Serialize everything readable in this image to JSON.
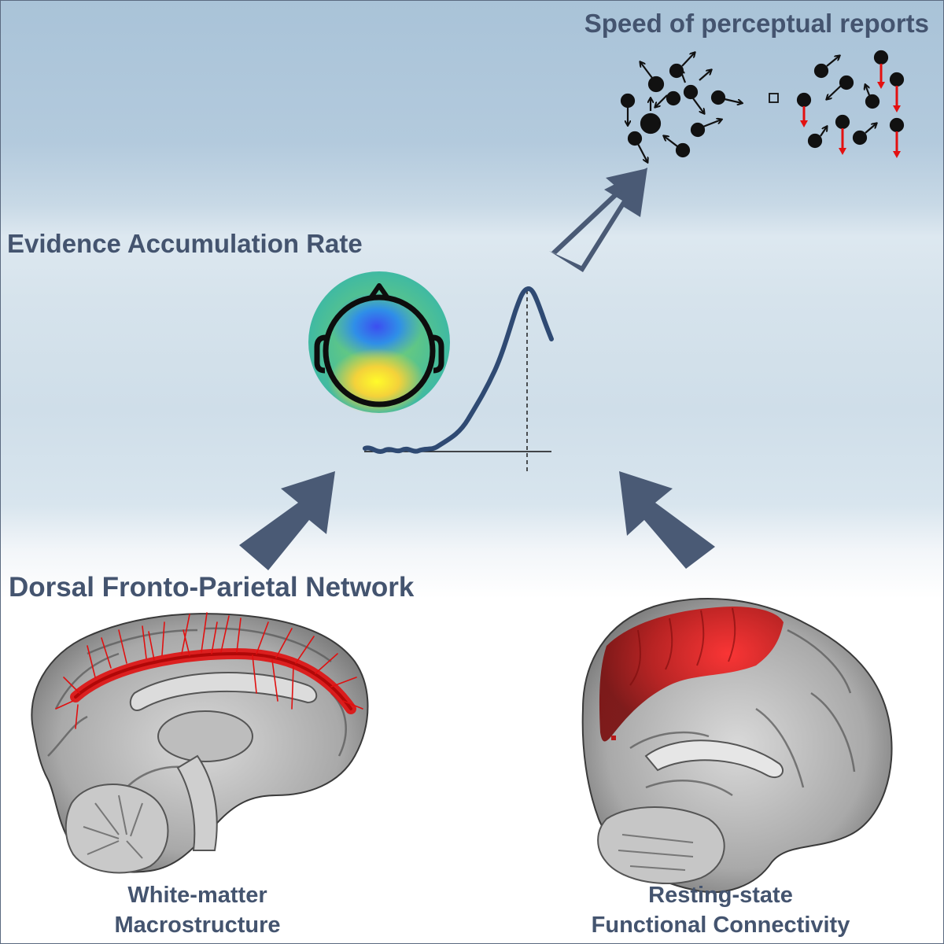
{
  "titles": {
    "speed": "Speed of perceptual reports",
    "evidence": "Evidence Accumulation Rate",
    "dorsal": "Dorsal Fronto-Parietal Network"
  },
  "captions": {
    "white_matter_line1": "White-matter",
    "white_matter_line2": "Macrostructure",
    "resting_line1": "Resting-state",
    "resting_line2": "Functional Connectivity"
  },
  "colors": {
    "text": "#44546f",
    "arrow": "#4a5a75",
    "waveform": "#2f4a73",
    "tract": "#e01010",
    "activation": "#c41818"
  }
}
